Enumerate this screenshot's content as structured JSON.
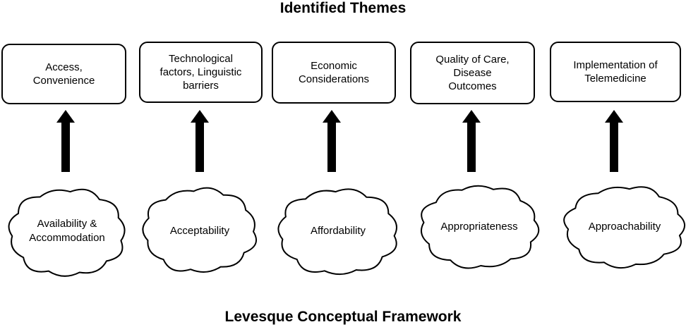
{
  "titles": {
    "top": "Identified Themes",
    "bottom": "Levesque Conceptual Framework"
  },
  "themes": [
    {
      "label": "Access,\nConvenience"
    },
    {
      "label": "Technological\nfactors, Linguistic\nbarriers"
    },
    {
      "label": "Economic\nConsiderations"
    },
    {
      "label": "Quality of Care,\nDisease\nOutcomes"
    },
    {
      "label": "Implementation of\nTelemedicine"
    }
  ],
  "dimensions": [
    {
      "label": "Availability &\nAccommodation"
    },
    {
      "label": "Acceptability"
    },
    {
      "label": "Affordability"
    },
    {
      "label": "Appropriateness"
    },
    {
      "label": "Approachability"
    }
  ],
  "colors": {
    "stroke": "#000000",
    "arrow": "#000000",
    "fill": "#ffffff"
  }
}
